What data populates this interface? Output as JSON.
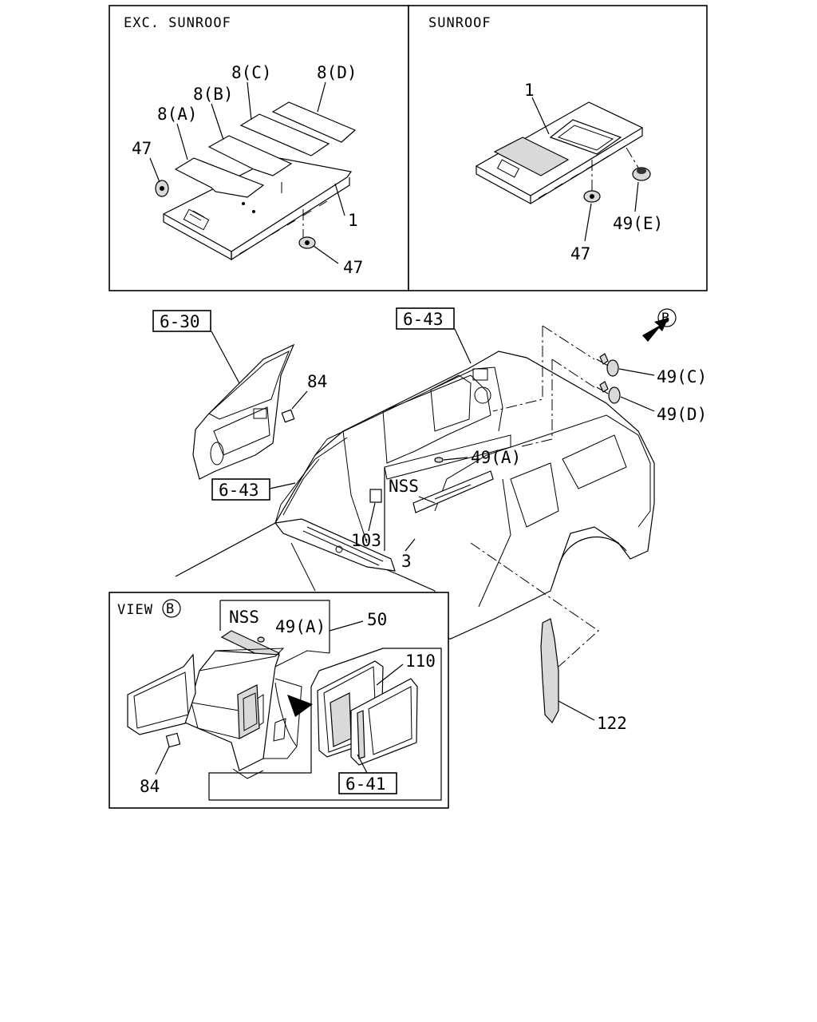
{
  "sections": {
    "exc_sunroof": "EXC. SUNROOF",
    "sunroof": "SUNROOF",
    "view_b": "VIEW"
  },
  "callouts": {
    "c_8d": "8(D)",
    "c_8c": "8(C)",
    "c_8b": "8(B)",
    "c_8a": "8(A)",
    "c_47_top_left": "47",
    "c_1_left": "1",
    "c_47_bottom_left": "47",
    "c_1_right": "1",
    "c_49e": "49(E)",
    "c_47_right": "47",
    "c_b_top": "B",
    "c_49c": "49(C)",
    "c_49d": "49(D)",
    "c_84_top": "84",
    "c_49a_main": "49(A)",
    "c_nss_main": "NSS",
    "c_103": "103",
    "c_3": "3",
    "c_b_view": "B",
    "c_nss_view": "NSS",
    "c_49a_view": "49(A)",
    "c_50": "50",
    "c_110": "110",
    "c_84_view": "84",
    "c_122": "122"
  },
  "references": {
    "ref_6_30": "6-30",
    "ref_6_43_top": "6-43",
    "ref_6_43_left": "6-43",
    "ref_6_41": "6-41"
  }
}
